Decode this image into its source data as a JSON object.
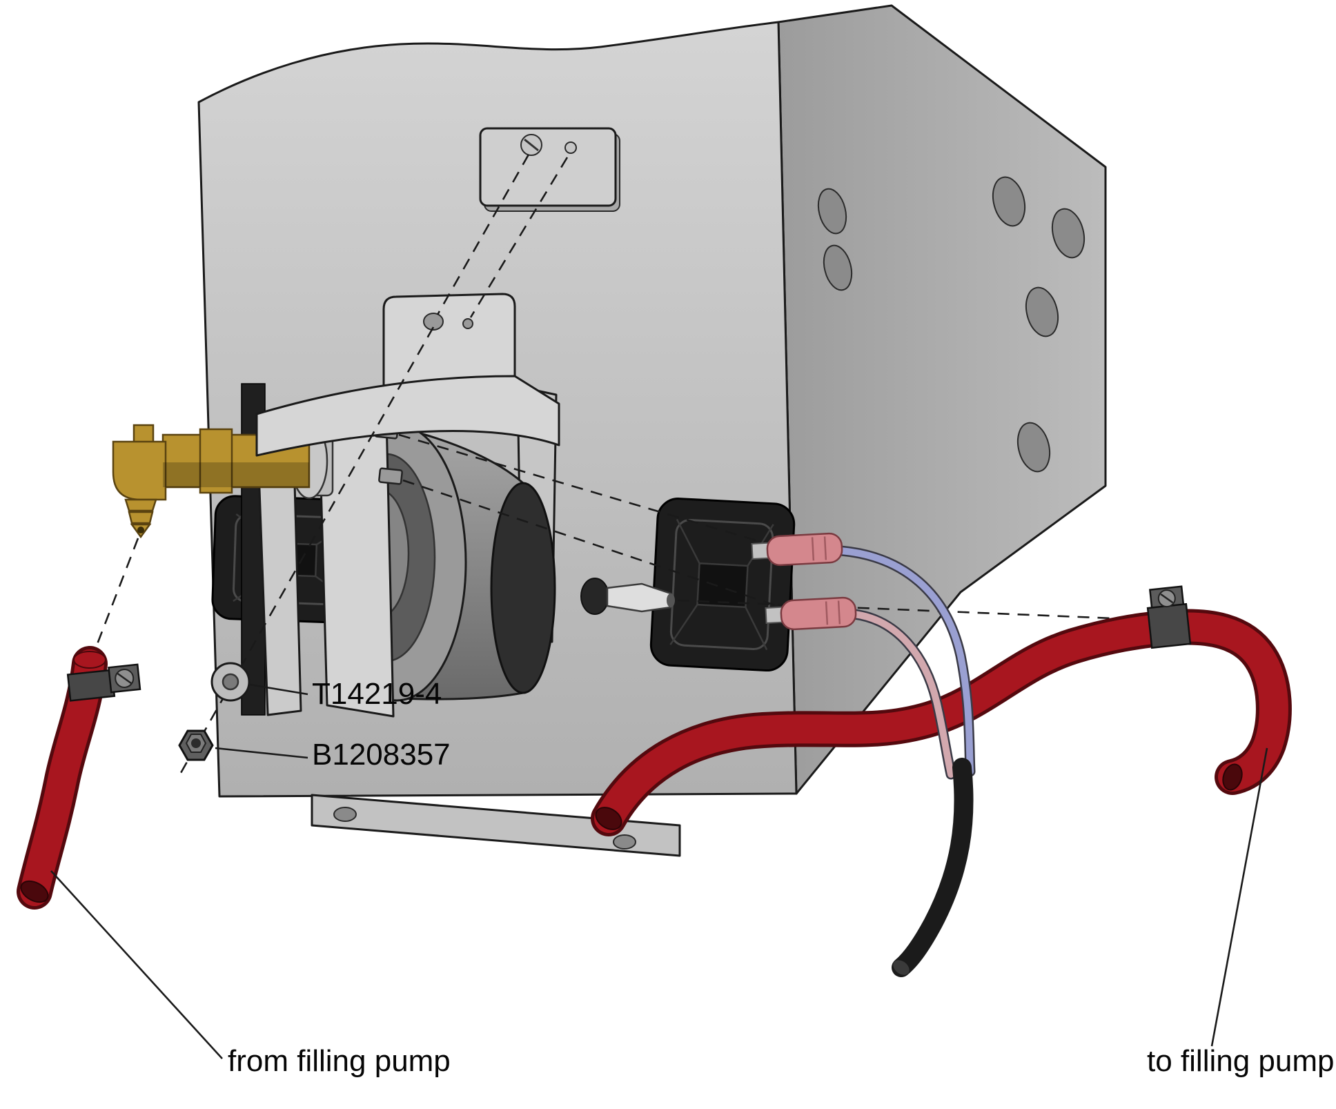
{
  "diagram": {
    "parts": {
      "washer_label": "T14219-4",
      "nut_label": "B1208357",
      "hose_from_label": "from filling pump",
      "hose_to_label": "to filling pump"
    },
    "colors": {
      "hose_red": "#a8161f",
      "hose_bore": "#4a080c",
      "brass": "#b8922f",
      "connector_pink": "#d4878d",
      "wire_purple": "#9aa0d2",
      "wire_pink": "#d2a8ae",
      "sheath_black": "#1b1b1b"
    }
  }
}
